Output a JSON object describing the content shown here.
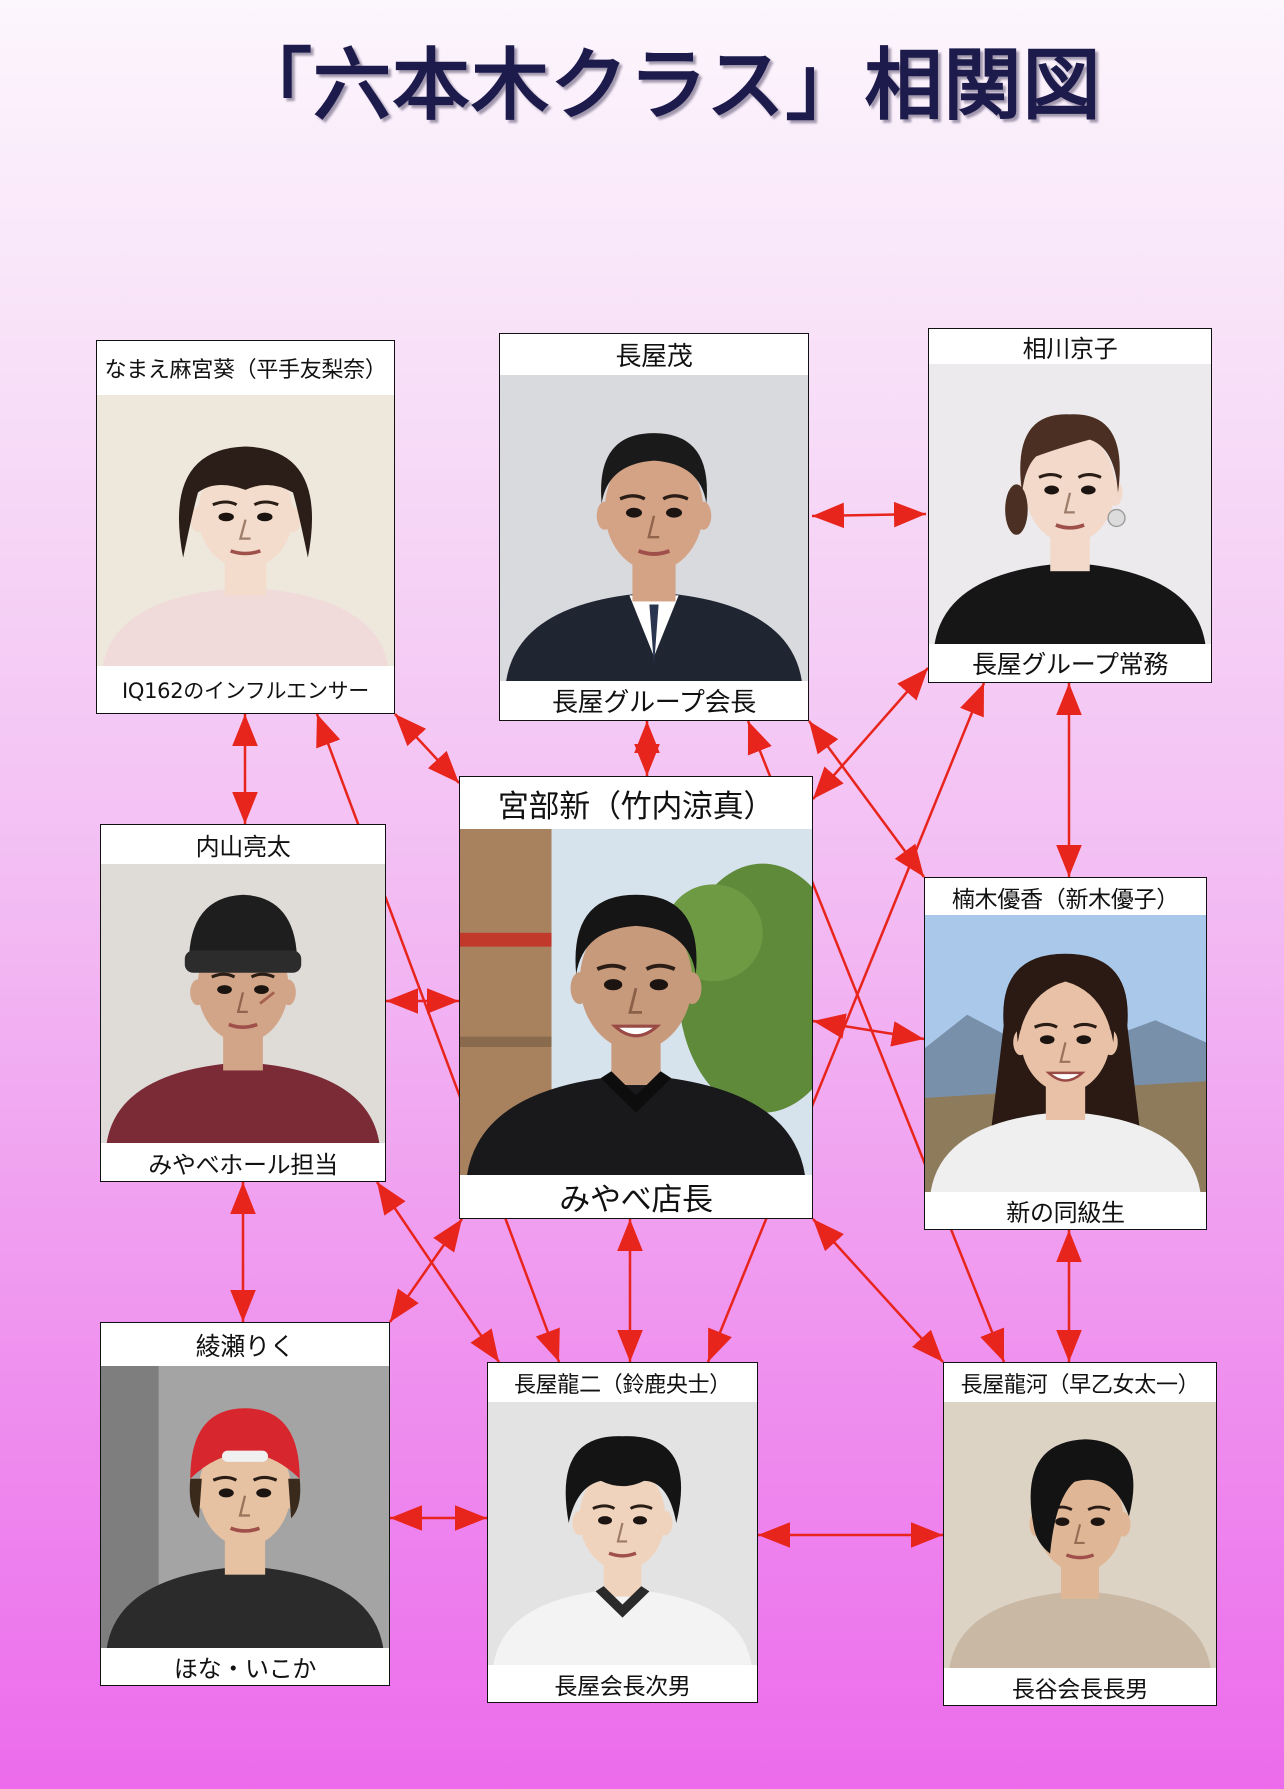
{
  "title": "「六本木クラス」相関図",
  "characters": [
    {
      "name": "なまえ麻宮葵（平手友梨奈）",
      "role": "IQ162のインフルエンサー"
    },
    {
      "name": "長屋茂",
      "role": "長屋グループ会長"
    },
    {
      "name": "相川京子",
      "role": "長屋グループ常務"
    },
    {
      "name": "内山亮太",
      "role": "みやべホール担当"
    },
    {
      "name": "宮部新（竹内涼真）",
      "role": "みやべ店長"
    },
    {
      "name": "楠木優香（新木優子）",
      "role": "新の同級生"
    },
    {
      "name": "綾瀬りく",
      "role": "ほな・いこか"
    },
    {
      "name": "長屋龍二（鈴鹿央士）",
      "role": "長屋会長次男"
    },
    {
      "name": "長屋龍河（早乙女太一）",
      "role": "長谷会長長男"
    }
  ],
  "colors": {
    "arrow": "#e8251c",
    "title": "#1d1b4b",
    "background_top": "#fcf6fd",
    "background_bottom": "#ec6bec"
  }
}
